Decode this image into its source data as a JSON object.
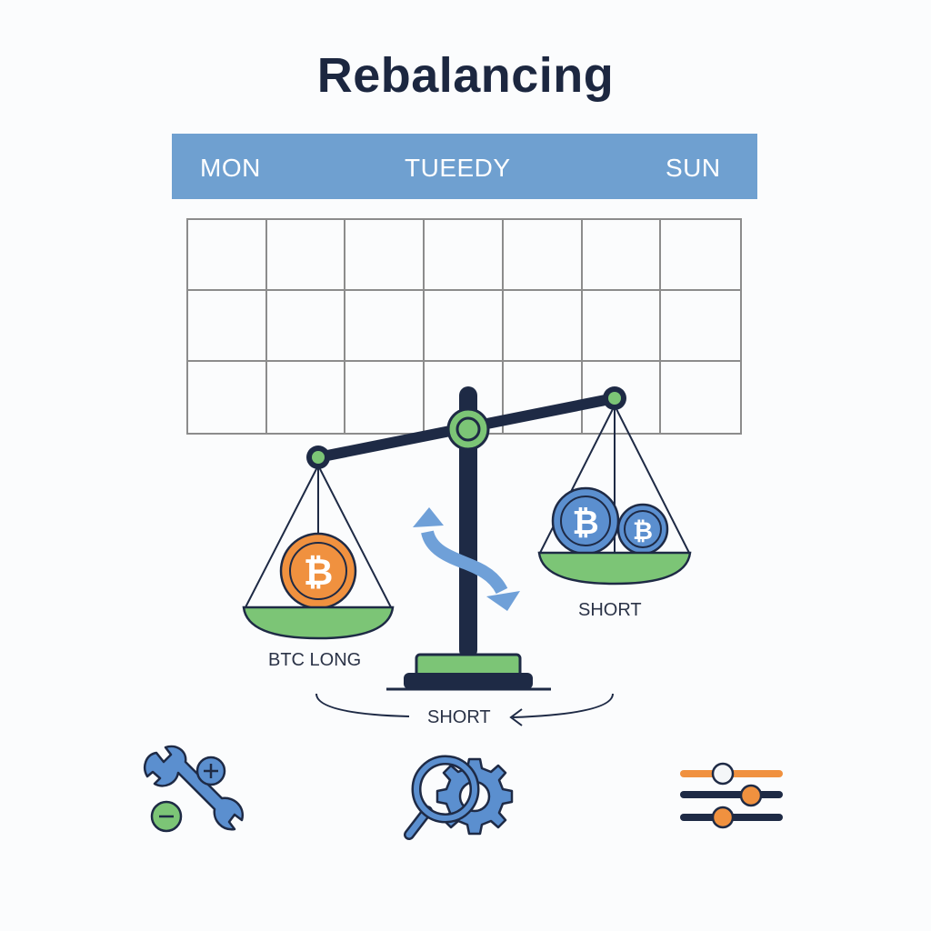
{
  "title": "Rebalancing",
  "calendar": {
    "day_labels": [
      "MON",
      "TUEEDY",
      "SUN"
    ],
    "rows": 3,
    "columns": 7
  },
  "scale": {
    "left_pan_label": "BTC LONG",
    "right_pan_label": "SHORT",
    "base_label": "SHORT",
    "left_coin_icon": "bitcoin-orange-icon",
    "right_coin_icons": [
      "bitcoin-blue-icon-large",
      "bitcoin-blue-icon-small"
    ],
    "center_icon": "swap-arrows-icon"
  },
  "bottom_icons": [
    {
      "name": "wrench-plus-minus-icon"
    },
    {
      "name": "magnifier-gear-icon"
    },
    {
      "name": "sliders-icon"
    }
  ],
  "colors": {
    "title": "#1c2740",
    "day_bar": "#6fa0d0",
    "navy": "#1e2a45",
    "green": "#7cc576",
    "orange": "#f0913f",
    "blue": "#5b8fcf",
    "grid_line": "#8c8c8c"
  }
}
